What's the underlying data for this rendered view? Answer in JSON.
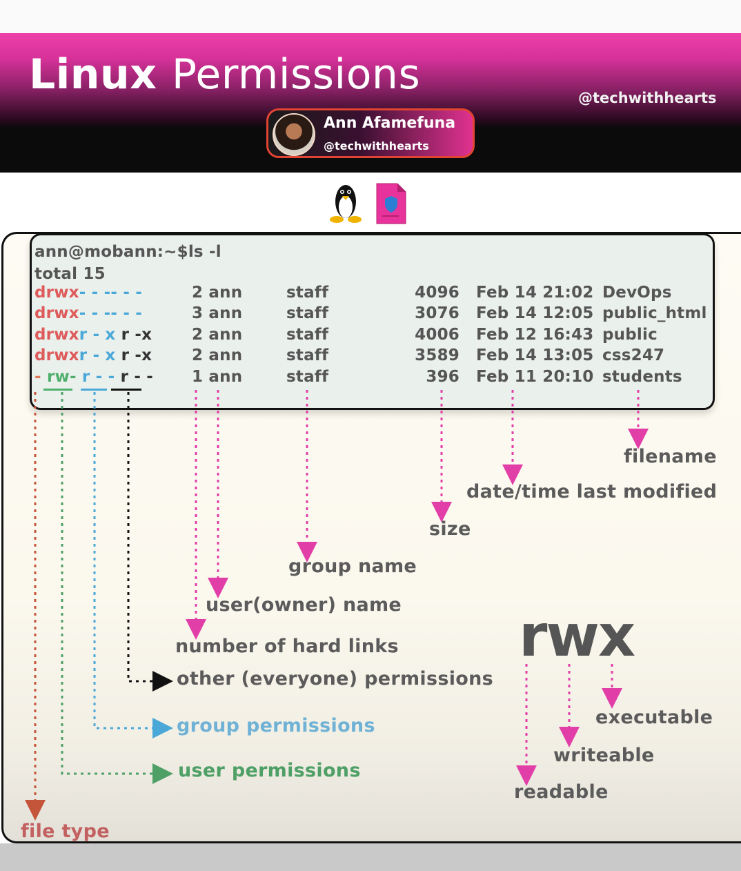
{
  "header": {
    "title_bold": "Linux",
    "title_light": "Permissions",
    "handle": "@techwithhearts",
    "author_name": "Ann Afamefuna",
    "author_handle": "@techwithhearts"
  },
  "icons": [
    "linux-penguin-icon",
    "shield-document-icon"
  ],
  "colors": {
    "banner_pink": "#ee3fa8",
    "banner_dark": "#0b0b0b",
    "arrow_pink": "#e23ea8",
    "file_type": "#c4553b",
    "user_perm": "#4fa066",
    "group_perm": "#4aa8d8",
    "other_perm": "#111111"
  },
  "terminal": {
    "prompt": "ann@mobann:~$ls -l",
    "total": "total 15",
    "rows": [
      {
        "type": "d",
        "user": "rwx",
        "group": "- - -",
        "other": "- - -",
        "links_owner": "2 ann",
        "group_name": "staff",
        "size": "4096",
        "date": "Feb  14 21:02",
        "name": "DevOps"
      },
      {
        "type": "d",
        "user": "rwx",
        "group": "- - -",
        "other": "- - -",
        "links_owner": "3 ann",
        "group_name": "staff",
        "size": "3076",
        "date": "Feb  14 12:05",
        "name": "public_html"
      },
      {
        "type": "d",
        "user": "rwx",
        "group": "r - x",
        "other": "r -x",
        "links_owner": "2 ann",
        "group_name": "staff",
        "size": "4006",
        "date": "Feb  12 16:43",
        "name": "public"
      },
      {
        "type": "d",
        "user": "rwx",
        "group": "r - x",
        "other": "r -x",
        "links_owner": "2 ann",
        "group_name": "staff",
        "size": "3589",
        "date": "Feb  14 13:05",
        "name": "css247"
      },
      {
        "type": "-",
        "user": " rw-",
        "group": " r - -",
        "other": "r - -",
        "links_owner": "1 ann",
        "group_name": "staff",
        "size": "396",
        "date": "Feb  11  20:10",
        "name": "students"
      }
    ]
  },
  "labels": {
    "filename": "filename",
    "date": "date/time last modified",
    "size": "size",
    "group_name": "group name",
    "owner_name": "user(owner) name",
    "hard_links": "number of hard links",
    "other_perm": "other (everyone) permissions",
    "group_perm": "group permissions",
    "user_perm": "user permissions",
    "file_type": "file type"
  },
  "rwx": {
    "title": "rwx",
    "executable": "executable",
    "writeable": "writeable",
    "readable": "readable"
  }
}
